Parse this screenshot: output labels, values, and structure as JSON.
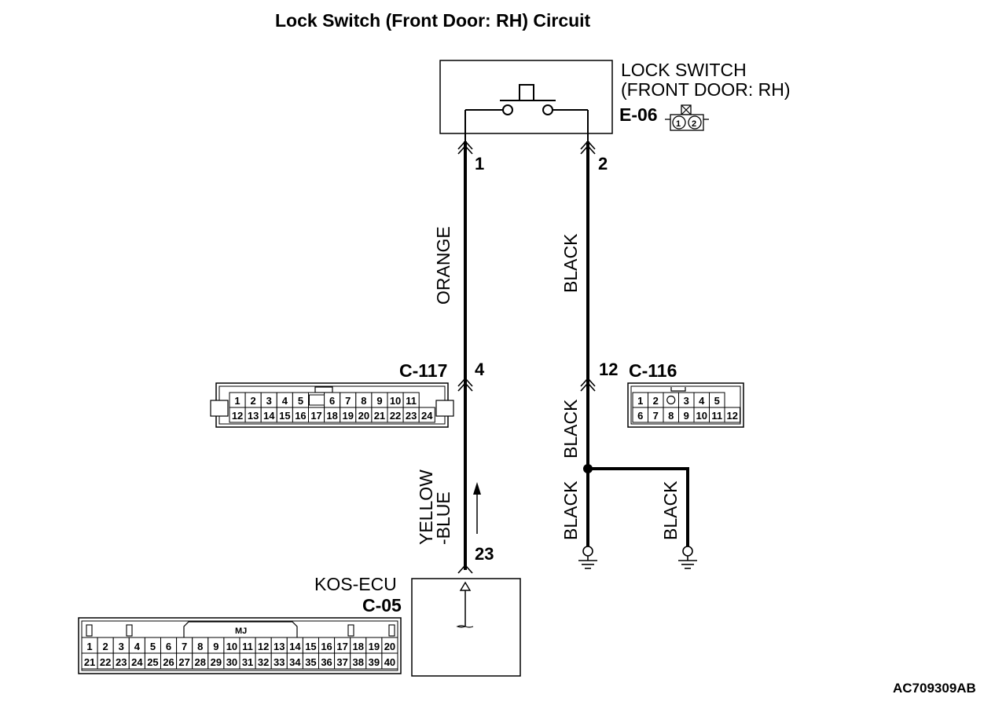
{
  "title": "Lock Switch (Front Door: RH) Circuit",
  "lock_switch": {
    "name_line1": "LOCK SWITCH",
    "name_line2": "(FRONT DOOR: RH)",
    "connector": "E-06",
    "mini_pins": [
      "1",
      "2"
    ]
  },
  "pins": {
    "switch_left": "1",
    "switch_right": "2",
    "c117_pin": "4",
    "c116_pin": "12",
    "ecu_pin": "23"
  },
  "wires": {
    "orange": "ORANGE",
    "black_upper": "BLACK",
    "black_mid": "BLACK",
    "black_lower_left": "BLACK",
    "black_branch": "BLACK",
    "yellow_blue_line1": "YELLOW",
    "yellow_blue_line2": "-BLUE"
  },
  "connector_c117": {
    "name": "C-117",
    "row1": [
      "1",
      "2",
      "3",
      "4",
      "5",
      "",
      "6",
      "7",
      "8",
      "9",
      "10",
      "11"
    ],
    "row2": [
      "12",
      "13",
      "14",
      "15",
      "16",
      "17",
      "18",
      "19",
      "20",
      "21",
      "22",
      "23",
      "24"
    ]
  },
  "connector_c116": {
    "name": "C-116",
    "row1": [
      "1",
      "2",
      "",
      "3",
      "4",
      "5"
    ],
    "row2": [
      "6",
      "7",
      "8",
      "9",
      "10",
      "11",
      "12"
    ]
  },
  "ecu": {
    "name": "KOS-ECU",
    "connector": "C-05",
    "tab_label": "MJ",
    "row1": [
      "1",
      "2",
      "3",
      "4",
      "5",
      "6",
      "7",
      "8",
      "9",
      "10",
      "11",
      "12",
      "13",
      "14",
      "15",
      "16",
      "17",
      "18",
      "19",
      "20"
    ],
    "row2": [
      "21",
      "22",
      "23",
      "24",
      "25",
      "26",
      "27",
      "28",
      "29",
      "30",
      "31",
      "32",
      "33",
      "34",
      "35",
      "36",
      "37",
      "38",
      "39",
      "40"
    ]
  },
  "figure_ref": "AC709309AB"
}
